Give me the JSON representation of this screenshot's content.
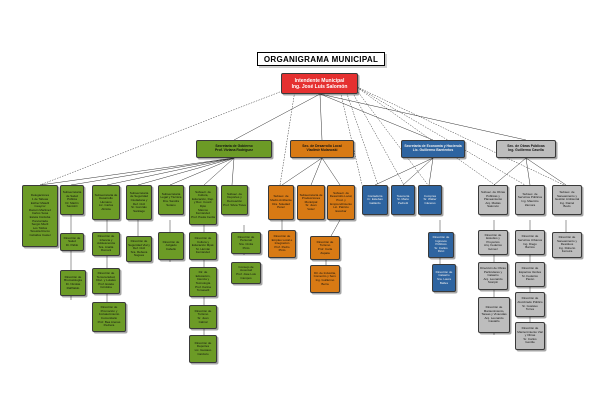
{
  "title": "ORGANIGRAMA MUNICIPAL",
  "colors": {
    "green": "#6c9b26",
    "orange": "#d87a14",
    "blue": "#2e64a0",
    "gray": "#bdbdbd",
    "red": "#e53030"
  },
  "root": {
    "line1": "Intendente Municipal",
    "line2": "Ing. José Luis Salomón"
  },
  "secretarias": {
    "gobierno": {
      "line1": "Secretaría de Gobierno",
      "line2": "Prof. Viviana Rodríguez"
    },
    "desarrollo": {
      "line1": "Sec. de Desarrollo Local",
      "line2": "Vladimir Mulanoski"
    },
    "economia": {
      "line1": "Secretaría de Economía y Hacienda",
      "line2": "Lic. Guillermo Barrientos"
    },
    "obras": {
      "line1": "Sec. de Obras Públicas",
      "line2": "Ing. Guillermo Casella"
    }
  },
  "gobierno_children": {
    "delegaciones": [
      "Delegaciones",
      "1 de Taboas",
      "Esther Matelli",
      "Ceaycor",
      "Ramón Martínez",
      "Carlos Sosa",
      "Estela Córdoba",
      "Pancarrada",
      "Sergio Mierli",
      "Los Toldos",
      "Teresita Rocco",
      "Ceballos Castel"
    ],
    "salud": [
      "Subsecretaria de Salud Pública",
      "Dr. Martín",
      "Santoliri"
    ],
    "desarrollo_humano": [
      "Subsecretaria de Desarrollo Humano",
      "Lic. Carlos",
      "Abriola"
    ],
    "seguridad": [
      "Subsecretaria de Seguridad Ciudadana y Def. Civil",
      "Sr. Gonzalo",
      "Santiago"
    ],
    "legal": [
      "Subsecretaria Legal y Técnica",
      "Dra. Sandra",
      "Sotano"
    ],
    "cultura": [
      "Subsecr. de Cultura, Educación, Dep. y Rec. Coord. Dpto",
      "Marcos Fernández",
      "Prof. Paula Cerda"
    ],
    "deportes": [
      "Subsec. de Deportes y Recreación",
      "Prof. Silvia Trava"
    ],
    "salud_sub": [
      "Dirección de Salud",
      "Dr. Pablo"
    ],
    "bromatologia": [
      "Dirección de Bromatología",
      "Dr. Nicolás",
      "Rafiñaldo"
    ],
    "infancia": [
      "Dirección de Infancia y Adolescencia",
      "Sra. Analía",
      "Romani"
    ],
    "tercera_edad": [
      "Dirección de Tercera Edad, Disc. y Lutales",
      "Prof. Estela",
      "Córdoba"
    ],
    "promocion": [
      "Dirección de Promoción y Fortalecimiento Comunitario",
      "Prof. Bea Arenas",
      "Pedrera"
    ],
    "seguridad_vial": [
      "Dirección de Seguridad Vial y Def. Civil",
      "Sra. Rebeca",
      "Nogues"
    ],
    "juzgado": [
      "Dirección de Juzgado Cabello"
    ],
    "mpal": [
      "Dirección de Cultura y Educación Mpal.",
      "Sr. Hernán",
      "Fernández"
    ],
    "educacion": [
      "Dir. de Educación, Ciencia y Tecnología",
      "Prof. Karina",
      "Tomaselli"
    ],
    "turismo_dir": [
      "Dirección de Turismo",
      "Sr. Juan",
      "Cabral"
    ],
    "deportes_dir": [
      "Dirección de Deportes",
      "Lic. Gustavo",
      "Cardozo"
    ],
    "personal": [
      "Dirección de Personal",
      "Sra. Cintia",
      "Pinto"
    ],
    "consejo": [
      "Consejo de Juventud",
      "Prof. Jose Luis",
      "Campos"
    ]
  },
  "desarrollo_children": {
    "ambiente": [
      "Subsec. de Medio Ambiente",
      "Dra. Soledad",
      "Pérez"
    ],
    "producciones": [
      "Subsecretaría de Producciones Municipal",
      "Sr. Juan",
      "Vélez"
    ],
    "turismo": [
      "Subsecr. de Desarrollo Local, Prod. y Emprendimiento",
      "Lic. Patricio",
      "Escobar"
    ],
    "empleo": [
      "Dirección de Empleo Local e Integración",
      "Prof. Pedro",
      "Pinto"
    ],
    "cultura_turismo": [
      "Dirección de Turismo",
      "Prof. Carla",
      "Zapata"
    ],
    "industria": [
      "Dir. de Industria, Comercio y Serv.",
      "Ing. Guillermo",
      "Berra"
    ]
  },
  "economia_children": {
    "compras": [
      "Contaduría",
      "Cr. Esteban",
      "Gallardo"
    ],
    "tesoreria": [
      "Tesorería",
      "Sr. Mario",
      "Pedretti"
    ],
    "rentas": [
      "Compras",
      "Sr. Walter",
      "Cáceres"
    ],
    "ingresos": [
      "Dirección de Ingresos Públicos",
      "Sr. Carlos",
      "Ricci"
    ],
    "catastro": [
      "Dirección de Catastro",
      "Sra. Laura",
      "Balles"
    ]
  },
  "obras_children": {
    "planeamiento": [
      "Subsec. de Obras Públicas y Planeamiento",
      "Arq. Matías",
      "Salomón"
    ],
    "servicios": [
      "Subsec. de Servicios Públicos",
      "Ing. Mauricio",
      "Zamora"
    ],
    "ambiente": [
      "Subsec. de Saneamiento y Gestión Ambiental",
      "Ing. Daniel",
      "Bovis"
    ],
    "estudios": [
      "Dirección de Estudios y Proyectos",
      "Arq. Federico",
      "Gómez"
    ],
    "obras_priv": [
      "Dirección de Obras Particulares y Catastro",
      "Arq. Leonardo",
      "Scarpin"
    ],
    "mantenimiento": [
      "Dirección de Mantenimiento, Tareas y Viviendas",
      "Arq. Leonardo",
      "Castaño"
    ],
    "urbanos": [
      "Dirección de Servicios Urbanos",
      "Ing. Diego",
      "Barrios"
    ],
    "espacios": [
      "Dirección de Espacios Verdes",
      "Sr. Federico",
      "Pavón"
    ],
    "alumbrado": [
      "Dirección de Alumbrado Público",
      "Sr. Gustavo",
      "Torres"
    ],
    "mantenimiento_vial": [
      "Dirección de Mantenimiento Vial y Obras",
      "Sr. Carlos",
      "Gentile"
    ],
    "saneamiento": [
      "Dirección de Saneamiento y Residuos",
      "Ing. Roberto",
      "Ferreira"
    ]
  }
}
